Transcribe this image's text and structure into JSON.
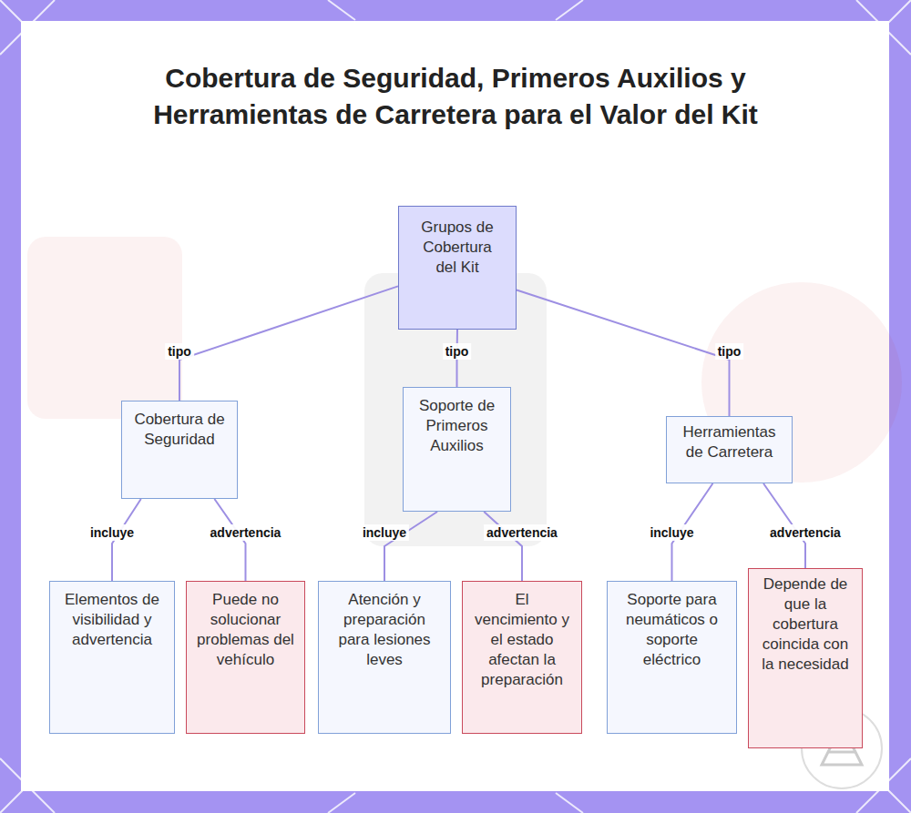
{
  "diagram": {
    "title": "Cobertura de Seguridad, Primeros Auxilios y Herramientas de Carretera para el Valor del Kit",
    "nodes": [
      {
        "text": [
          "Grupos de Cobertura del Kit"
        ]
      },
      {
        "text": [
          "Cobertura de Seguridad"
        ]
      },
      {
        "text": [
          "Soporte de Primeros Auxilios"
        ]
      },
      {
        "text": [
          "Herramientas de Carretera"
        ]
      },
      {
        "text": [
          "Elementos de visibilidad y advertencia"
        ]
      },
      {
        "text": [
          "Puede no solucionar problemas del vehículo"
        ]
      },
      {
        "text": [
          "Atención y preparación para lesiones leves"
        ]
      },
      {
        "text": [
          "El vencimiento y el estado afectan la preparación"
        ]
      },
      {
        "text": [
          "Soporte para neumáticos o soporte eléctrico"
        ]
      },
      {
        "text": [
          "Depende de que la cobertura coincida con la necesidad"
        ]
      }
    ],
    "edges": [
      {
        "from": 0,
        "to": 1,
        "label": "tipo",
        "arrow": "none"
      },
      {
        "from": 0,
        "to": 2,
        "label": "tipo",
        "arrow": "none"
      },
      {
        "from": 0,
        "to": 3,
        "label": "tipo",
        "arrow": "none"
      },
      {
        "from": 1,
        "to": 4,
        "label": "incluye",
        "arrow": "none"
      },
      {
        "from": 1,
        "to": 5,
        "label": "advertencia",
        "arrow": "none"
      },
      {
        "from": 2,
        "to": 6,
        "label": "incluye",
        "arrow": "none"
      },
      {
        "from": 2,
        "to": 7,
        "label": "advertencia",
        "arrow": "none"
      },
      {
        "from": 3,
        "to": 8,
        "label": "incluye",
        "arrow": "none"
      },
      {
        "from": 3,
        "to": 9,
        "label": "advertencia",
        "arrow": "none"
      }
    ]
  }
}
